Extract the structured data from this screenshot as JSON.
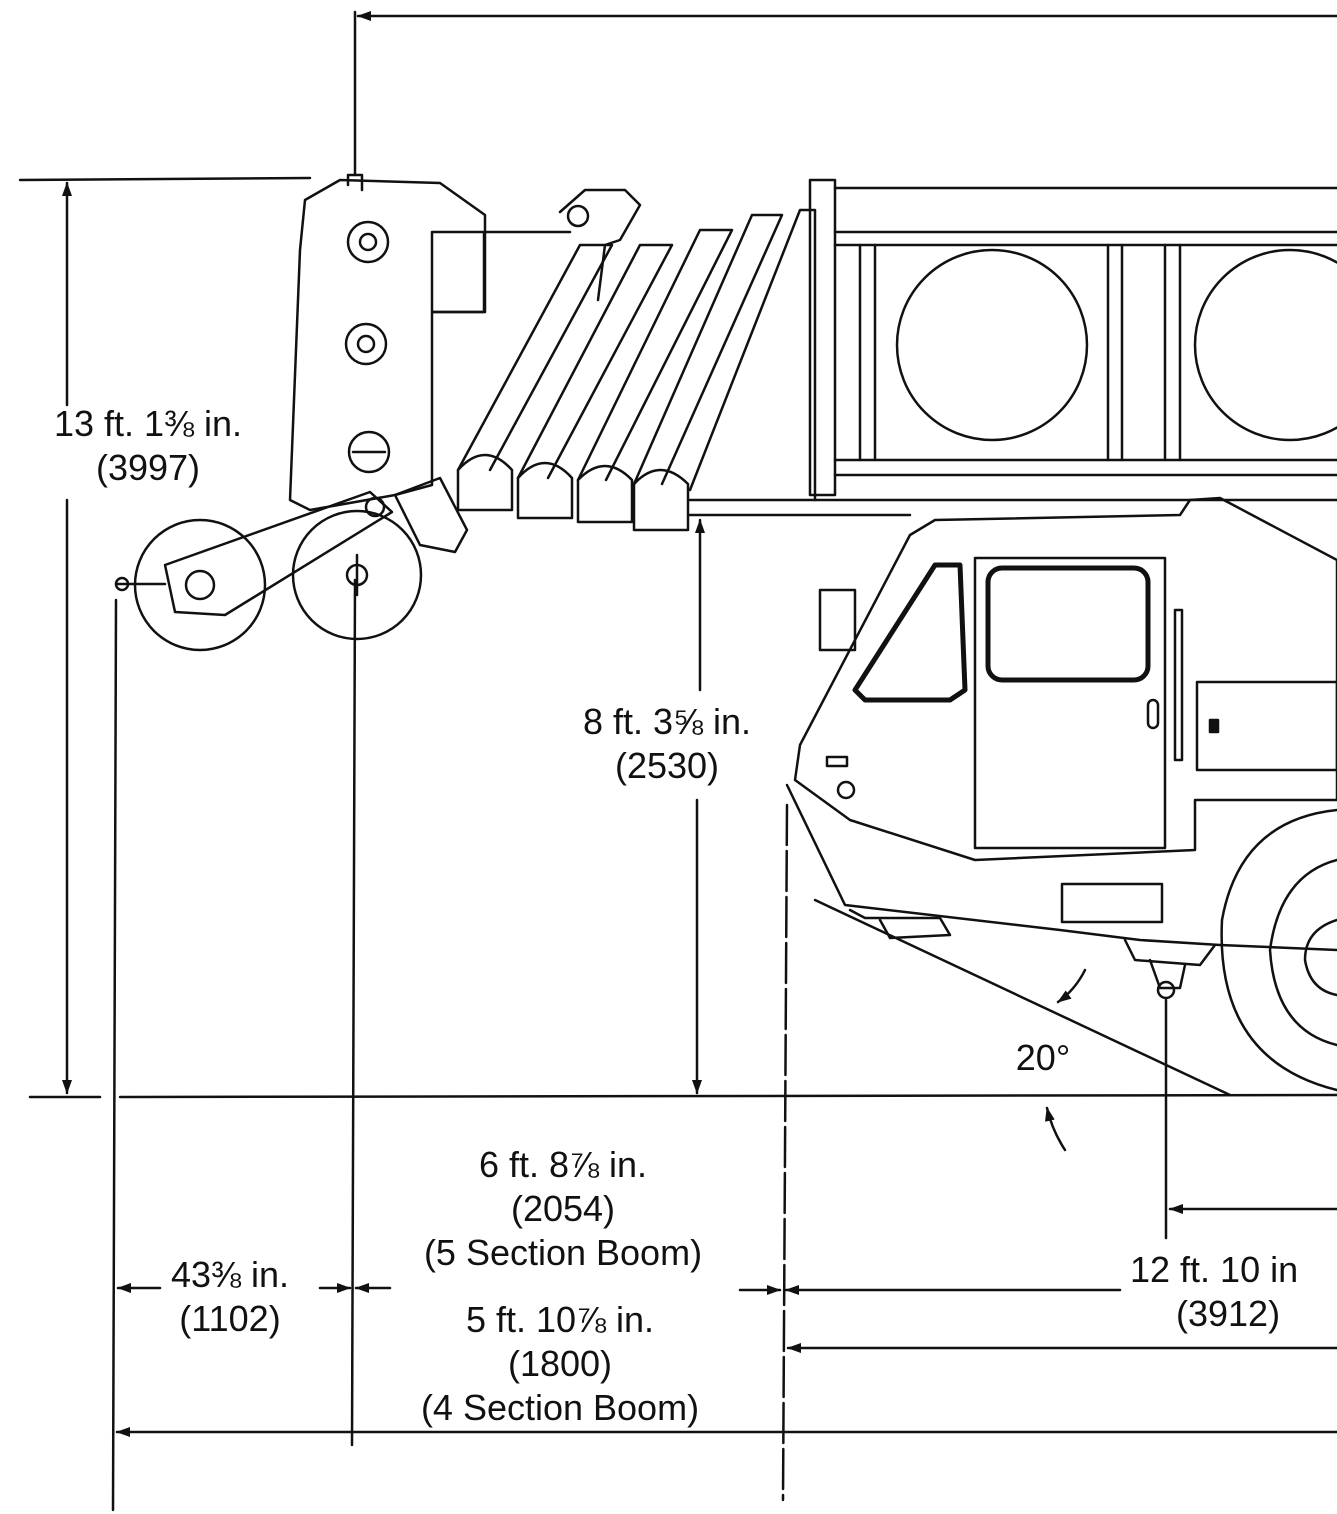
{
  "colors": {
    "ink": "#111111",
    "paper": "#ffffff"
  },
  "dimensions": {
    "overall_height": {
      "imperial": "13 ft. 1⅜ in.",
      "metric": "(3997)"
    },
    "boom_clearance": {
      "imperial": "8 ft. 3⅝ in.",
      "metric": "(2530)"
    },
    "approach_angle": {
      "value": "20°"
    },
    "block_overhang": {
      "imperial": "43⅜ in.",
      "metric": "(1102)"
    },
    "boom_overhang_5": {
      "imperial": "6 ft. 8⅞ in.",
      "metric": "(2054)",
      "note": "(5 Section Boom)"
    },
    "boom_overhang_4": {
      "imperial": "5 ft. 10⅞ in.",
      "metric": "(1800)",
      "note": "(4 Section Boom)"
    },
    "front_to_axle": {
      "imperial": "12 ft. 10 in",
      "metric": "(3912)"
    }
  },
  "icons": [
    "dimension-arrow-icon",
    "crane-outline"
  ]
}
